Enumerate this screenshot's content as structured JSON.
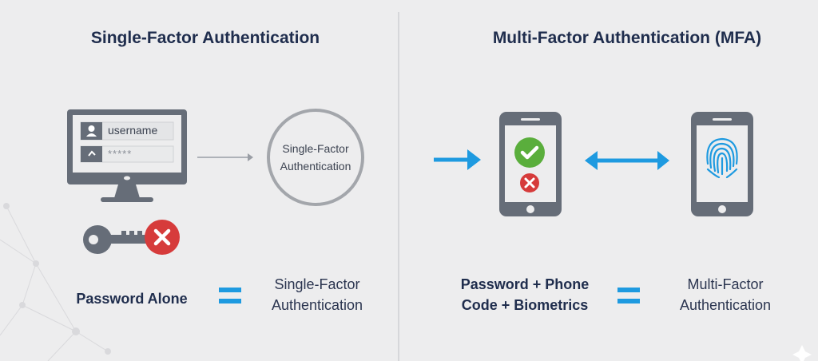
{
  "left": {
    "title": "Single-Factor Authentication",
    "username_field": "username",
    "password_field": "*****",
    "circle_label_1": "Single-Factor",
    "circle_label_2": "Authentication",
    "equation_left": "Password Alone",
    "equation_right_1": "Single-Factor",
    "equation_right_2": "Authentication"
  },
  "right": {
    "title": "Multi-Factor Authentication (MFA)",
    "equation_left_1": "Password + Phone",
    "equation_left_2": "Code + Biometrics",
    "equation_right_1": "Multi-Factor",
    "equation_right_2": "Authentication"
  },
  "colors": {
    "accent": "#1e9ae0",
    "device": "#666d78",
    "success": "#5aae3c",
    "error": "#d63b3b",
    "title": "#1f2d4d"
  }
}
